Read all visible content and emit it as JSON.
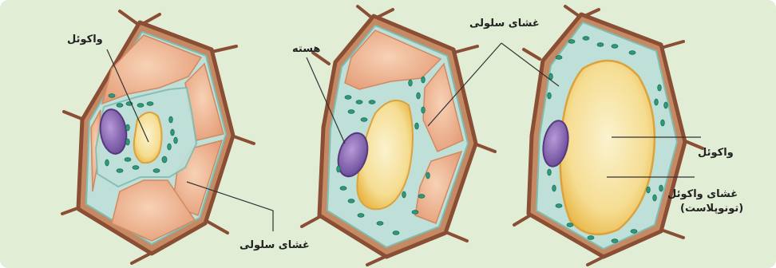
{
  "diagram": {
    "colors": {
      "background": "#e2edd6",
      "wall": "#a86a4a",
      "cytoplasm": "#bfe0d8",
      "vacuole_small": "#f6d97a",
      "vacuole_large": "#f5dc8e",
      "nucleus": "#8f6fb8",
      "chloroplast": "#2f9a7a",
      "rough_fill": "#efb99a"
    },
    "labels": {
      "vacuole_left": "واکوئل",
      "membrane_bottom_left": "غشای سلولی",
      "nucleus_middle": "هسته",
      "membrane_top_middle": "غشای سلولی",
      "vacuole_right": "واکوئل",
      "tonoplast_line1": "غشای واکوئل",
      "tonoplast_line2": "(تونوپلاست)"
    }
  }
}
